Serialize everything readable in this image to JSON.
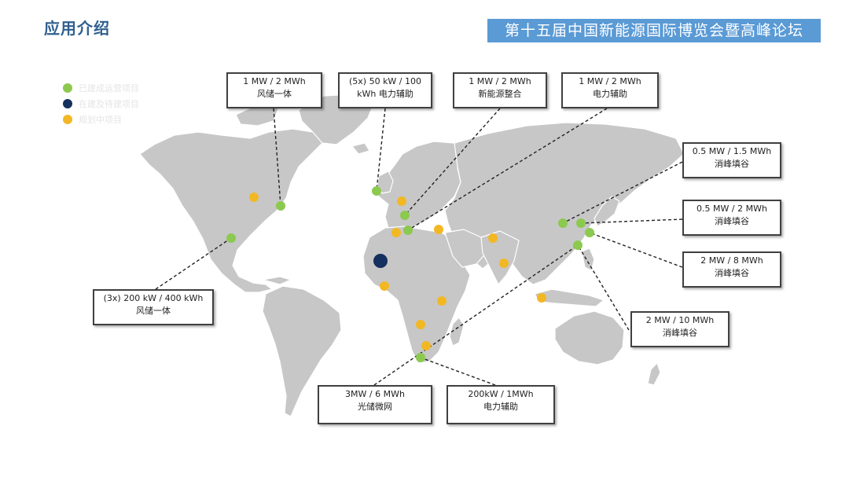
{
  "header": {
    "title": "应用介绍",
    "banner": "第十五届中国新能源国际博览会暨高峰论坛"
  },
  "legend": [
    {
      "label": "已建成运营项目",
      "color": "#8cc94f"
    },
    {
      "label": "在建及待建项目",
      "color": "#14305e"
    },
    {
      "label": "规划中项目",
      "color": "#f2b824"
    }
  ],
  "callouts": [
    {
      "line1": "1 MW / 2 MWh",
      "line2": "风储一体"
    },
    {
      "line1": "(5x) 50 kW / 100",
      "line2": "kWh 电力辅助"
    },
    {
      "line1": "1 MW / 2 MWh",
      "line2": "新能源整合"
    },
    {
      "line1": "1 MW / 2 MWh",
      "line2": "电力辅助"
    },
    {
      "line1": "0.5 MW / 1.5 MWh",
      "line2": "消峰填谷"
    },
    {
      "line1": "0.5 MW / 2 MWh",
      "line2": "消峰填谷"
    },
    {
      "line1": "2 MW / 8 MWh",
      "line2": "消峰填谷"
    },
    {
      "line1": "2 MW / 10 MWh",
      "line2": "消峰填谷"
    },
    {
      "line1": "(3x) 200 kW / 400 kWh",
      "line2": "风储一体"
    },
    {
      "line1": "3MW / 6 MWh",
      "line2": "光储微网"
    },
    {
      "line1": "200kW / 1MWh",
      "line2": "电力辅助"
    }
  ]
}
